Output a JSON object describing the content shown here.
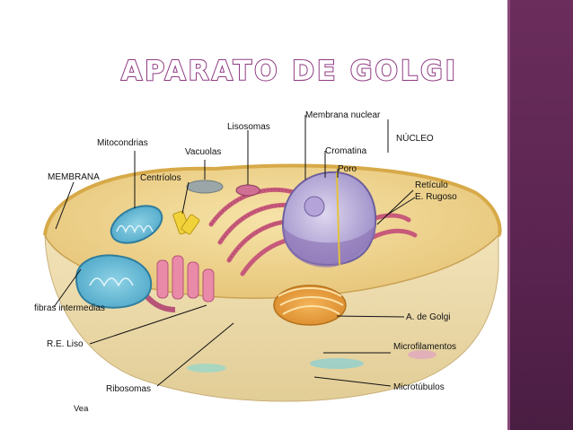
{
  "slide": {
    "title": "APARATO DE GOLGI",
    "accent_color": "#8f3a82",
    "sidebar_color": "#5a2450"
  },
  "diagram": {
    "subject": "animal cell cross-section",
    "labels": {
      "membrana_nuclear": "Membrana nuclear",
      "nucleo": "NÚCLEO",
      "lisosomas": "Lisosomas",
      "mitocondrias": "Mitocondrias",
      "vacuolas": "Vacuolas",
      "cromatina": "Cromatina",
      "poro": "Poro",
      "membrana": "MEMBRANA",
      "centriolos": "Centríolos",
      "reticulo": "Retículo",
      "e_rugoso": "E. Rugoso",
      "fibras_intermedias": "fibras intermedias",
      "a_de_golgi": "A. de Golgi",
      "re_liso": "R.E. Liso",
      "microfilamentos": "Microfilamentos",
      "ribosomas": "Ribosomas",
      "microtubulos": "Microtúbulos",
      "credit": "Vea"
    }
  }
}
